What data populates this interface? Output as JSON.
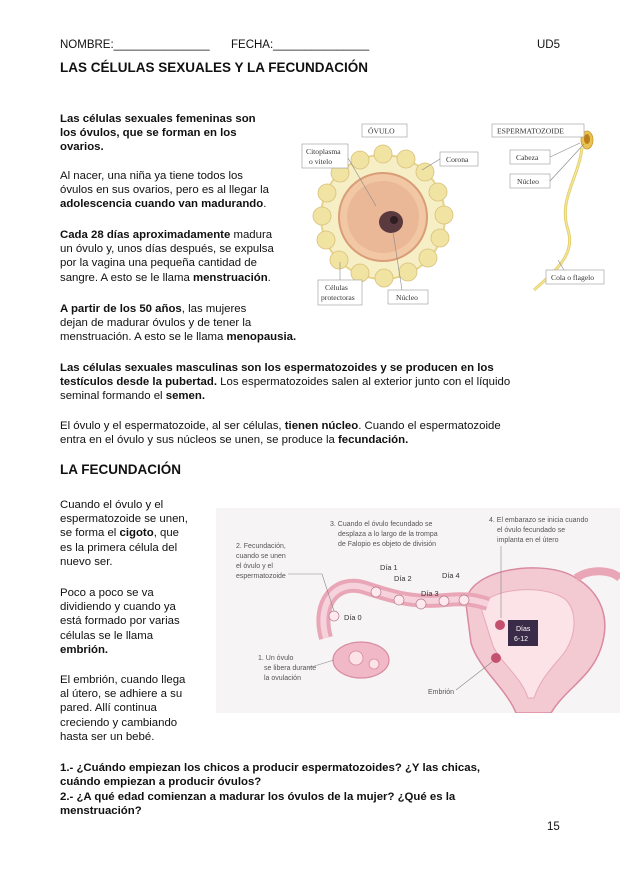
{
  "header": {
    "name_label": "NOMBRE:_______________",
    "date_label": "FECHA:_______________",
    "unit": "UD5"
  },
  "title": "LAS CÉLULAS SEXUALES Y LA FECUNDACIÓN",
  "p1": {
    "l1": "Las células sexuales femeninas son",
    "l2": "los óvulos, que se forman en los",
    "l3": "ovarios."
  },
  "p2": {
    "l1": "Al nacer, una niña ya tiene todos los",
    "l2": "óvulos en sus ovarios, pero es al llegar la",
    "l3_bold": "adolescencia cuando van madurando",
    "l3_end": "."
  },
  "p3": {
    "l1_bold": "Cada 28 días aproximadamente",
    "l1_end": " madura",
    "l2": "un óvulo y, unos días después, se expulsa",
    "l3": "por la vagina una pequeña cantidad de",
    "l4_start": "sangre. A esto se le llama ",
    "l4_bold": "menstruación",
    "l4_end": "."
  },
  "p4": {
    "l1_bold": "A partir de los 50 años",
    "l1_end": ", las mujeres",
    "l2": "dejan de madurar óvulos y de tener la",
    "l3_start": "menstruación. A esto se le llama ",
    "l3_bold": "menopausia."
  },
  "p5": {
    "l1_bold": "Las células sexuales masculinas son los espermatozoides y se producen en los",
    "l2_bold": "testículos desde la pubertad.",
    "l2_end": " Los espermatozoides salen al exterior junto con el líquido",
    "l3_start": "seminal formando el ",
    "l3_bold": "semen."
  },
  "p6": {
    "l1_start": "El óvulo y el espermatozoide, al ser células, ",
    "l1_bold": "tienen núcleo",
    "l1_end": ". Cuando el espermatozoide",
    "l2_start": "entra en el óvulo y sus núcleos se unen, se produce la ",
    "l2_bold": "fecundación."
  },
  "subtitle": "LA FECUNDACIÓN",
  "p7": {
    "l1": "Cuando el óvulo y el",
    "l2": "espermatozoide se unen,",
    "l3_start": "se forma el ",
    "l3_bold": "cigoto",
    "l3_end": ", que",
    "l4": "es la primera célula del",
    "l5": "nuevo ser."
  },
  "p8": {
    "l1": "Poco a poco se va",
    "l2": "dividiendo y cuando ya",
    "l3": "está formado por varias",
    "l4": "células se le llama",
    "l5_bold": "embrión."
  },
  "p9": {
    "l1": "El embrión, cuando llega",
    "l2": "al útero, se adhiere a su",
    "l3": "pared. Allí continua",
    "l4": "creciendo y cambiando",
    "l5": "hasta ser un bebé."
  },
  "q1": {
    "l1": "1.- ¿Cuándo empiezan los chicos a producir espermatozoides? ¿Y las chicas,",
    "l2": "cuándo empiezan a producir óvulos?"
  },
  "q2": {
    "l1": "2.- ¿A qué edad comienzan a madurar los óvulos de la mujer? ¿Qué es la",
    "l2": "menstruación?"
  },
  "page_number": "15",
  "cell_figure": {
    "ovulo_title": "ÓVULO",
    "esperm_title": "ESPERMATOZOIDE",
    "citoplasma_1": "Citoplasma",
    "citoplasma_2": "o vitelo",
    "corona": "Corona",
    "celulas_1": "Células",
    "celulas_2": "protectoras",
    "nucleo_ovulo": "Núcleo",
    "cabeza": "Cabeza",
    "nucleo_esperm": "Núcleo",
    "cola": "Cola o flagelo"
  },
  "fert_figure": {
    "step1_1": "1. Un óvulo",
    "step1_2": "se libera durante",
    "step1_3": "la ovulación",
    "step2_1": "2. Fecundación,",
    "step2_2": "cuando se unen",
    "step2_3": "el óvulo y el",
    "step2_4": "espermatozoide",
    "step3_1": "3. Cuando el óvulo fecundado se",
    "step3_2": "desplaza a lo largo de la trompa",
    "step3_3": "de Falopio es objeto de división",
    "step4_1": "4. El embarazo se inicia cuando",
    "step4_2": "el óvulo fecundado se",
    "step4_3": "implanta en el útero",
    "dia0": "Día 0",
    "dia1": "Día 1",
    "dia2": "Día 2",
    "dia3": "Día 3",
    "dia4": "Día 4",
    "dias_1": "Días",
    "dias_2": "6-12",
    "embrion": "Embrión"
  },
  "colors": {
    "text": "#111111",
    "tube_pink": "#e9a6b6",
    "uterus_pink": "#f3c9d2",
    "cell_yellow": "#f4e6a8",
    "label_box": "#3a2b48"
  }
}
